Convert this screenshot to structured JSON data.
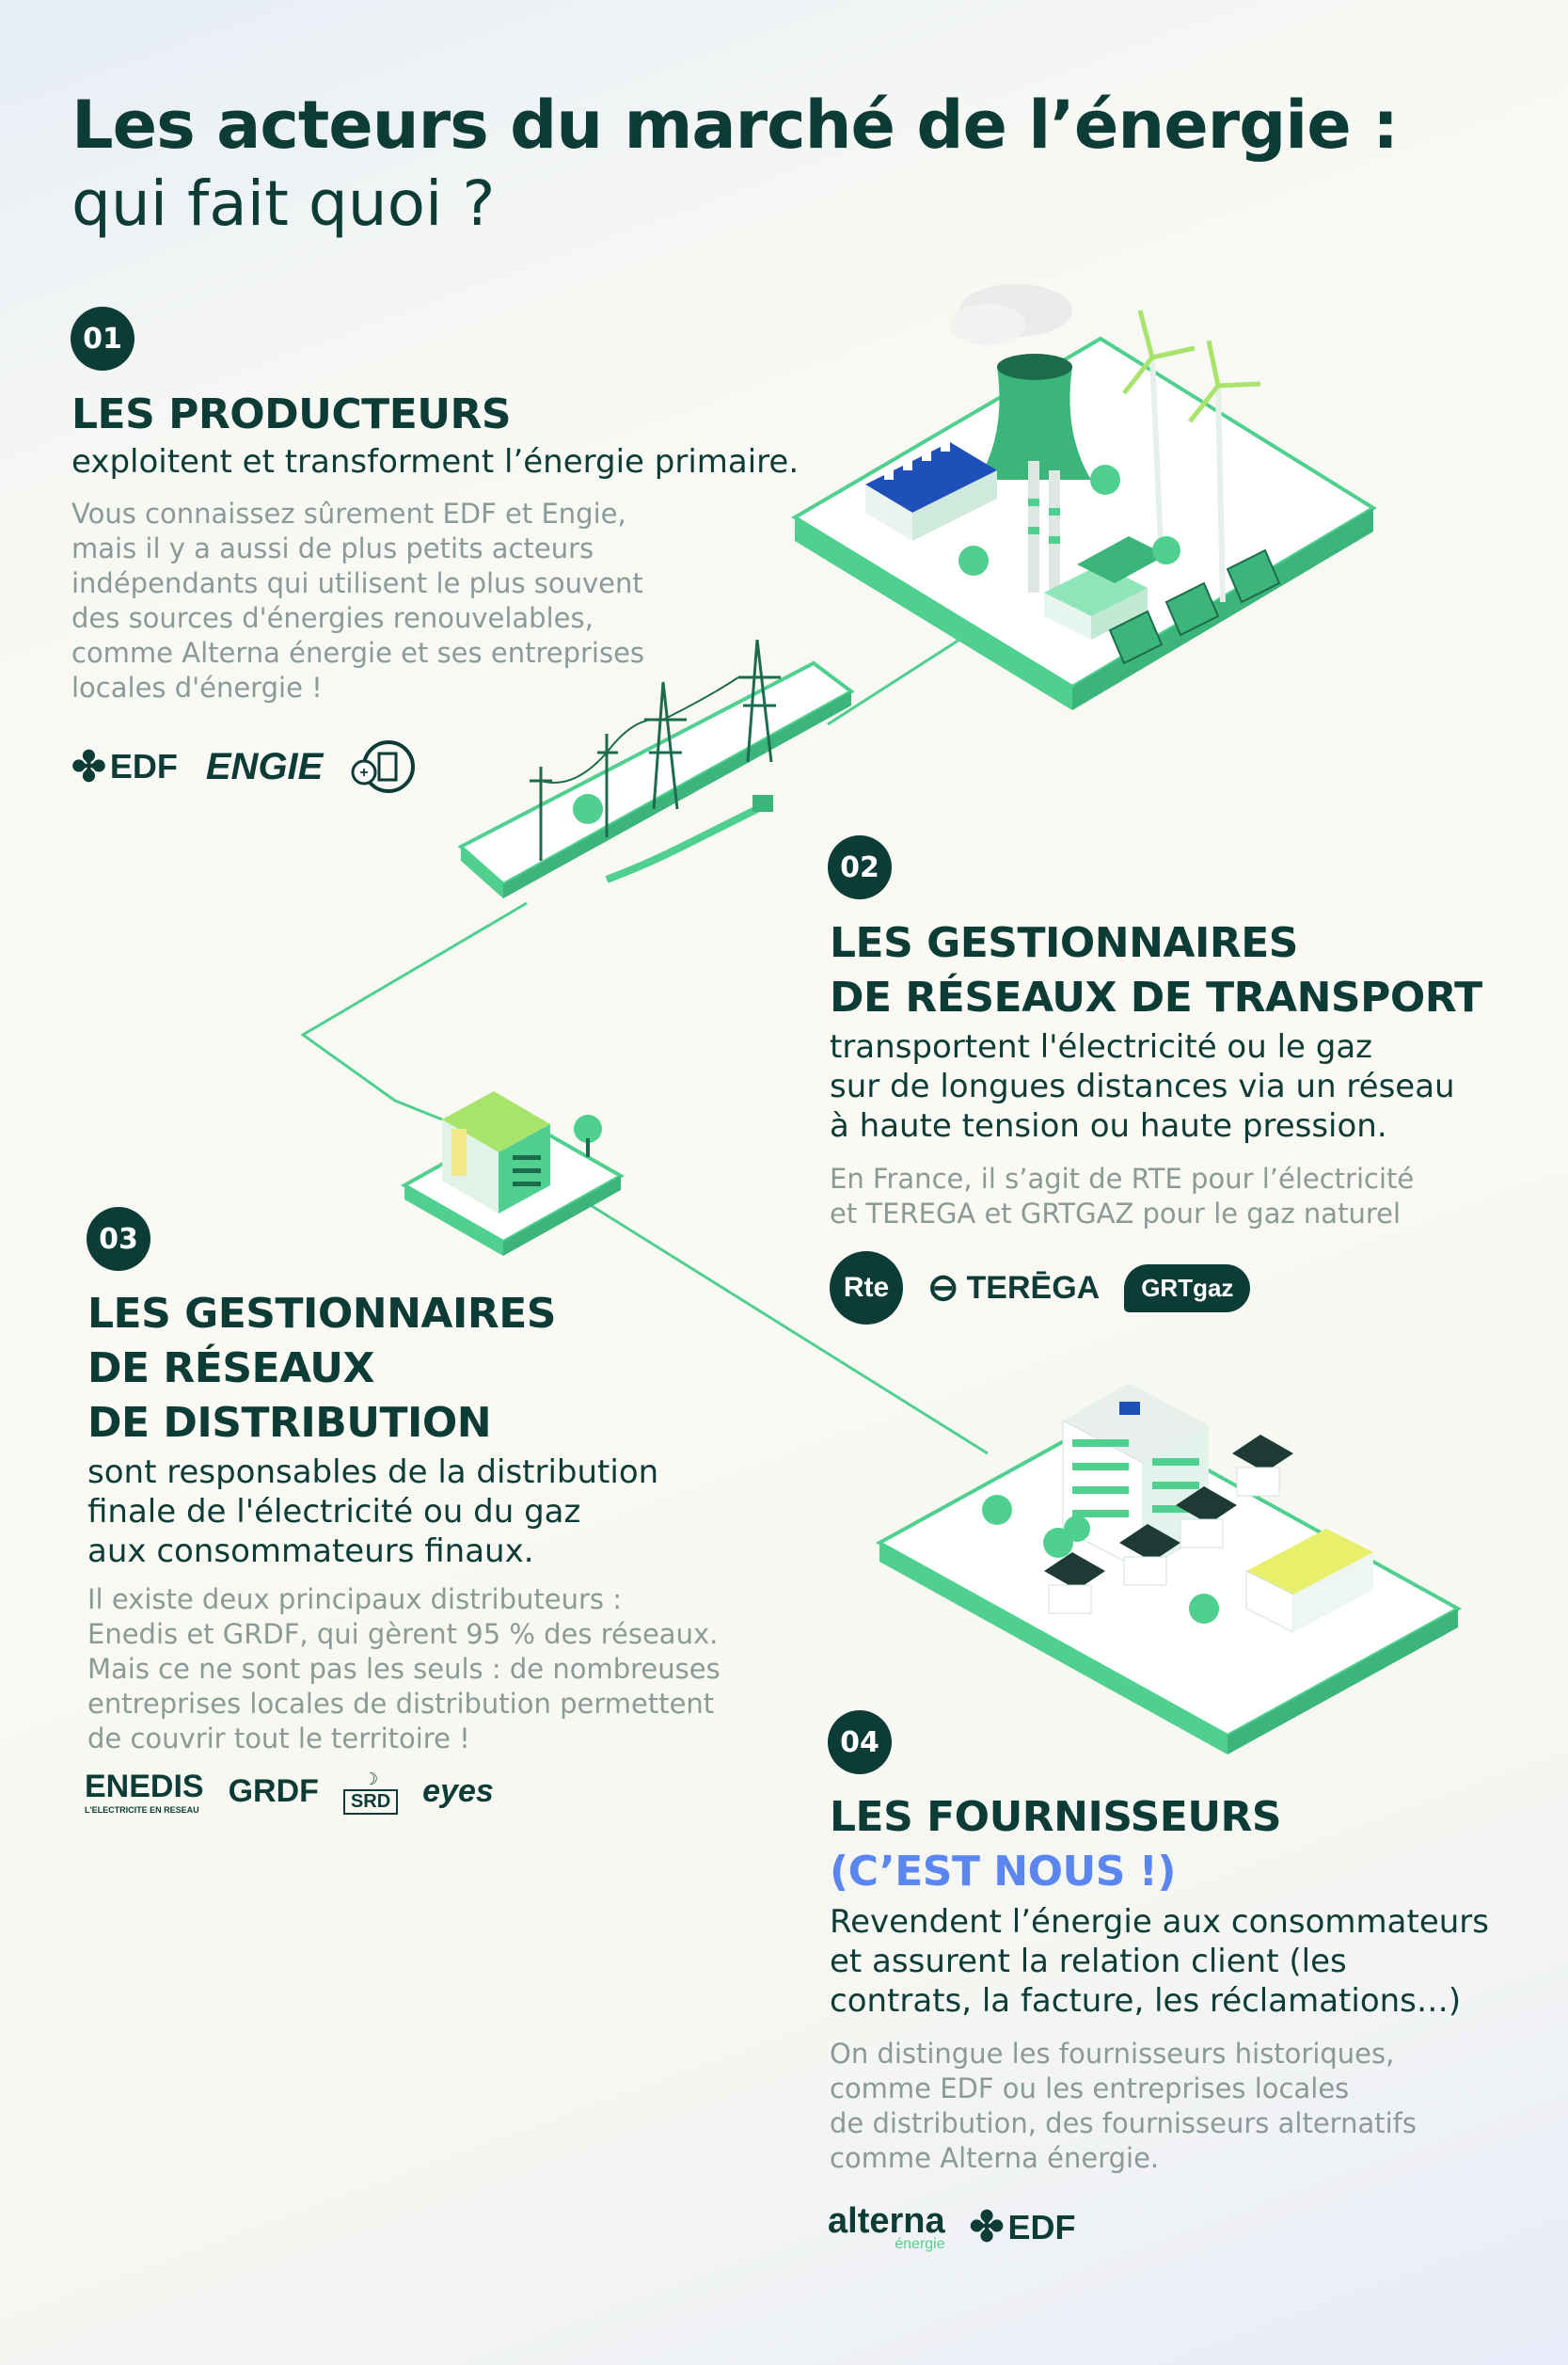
{
  "title": {
    "line1": "Les acteurs du marché de l’énergie :",
    "line2": "qui fait quoi ?"
  },
  "sections": [
    {
      "number": "01",
      "heading": "LES PRODUCTEURS",
      "lead": [
        "exploitent et transforment l’énergie primaire."
      ],
      "description": [
        "Vous connaissez sûrement EDF et Engie,",
        "mais il y a aussi de plus petits acteurs",
        "indépendants qui utilisent le plus souvent",
        "des sources d'énergies renouvelables,",
        "comme Alterna énergie et ses entreprises",
        "locales d'énergie !"
      ],
      "logos": [
        "EDF",
        "ENGIE",
        "local-energy-icon"
      ]
    },
    {
      "number": "02",
      "heading": [
        "LES GESTIONNAIRES",
        "DE RÉSEAUX DE TRANSPORT"
      ],
      "lead": [
        "transportent l'électricité ou le gaz",
        "sur de longues distances via un réseau",
        "à haute tension ou haute pression."
      ],
      "description": [
        "En France, il s’agit de RTE pour l’électricité",
        "et TEREGA et GRTGAZ pour le gaz naturel"
      ],
      "logos": [
        "Rte",
        "TERĒGA",
        "GRTgaz"
      ]
    },
    {
      "number": "03",
      "heading": [
        "LES GESTIONNAIRES",
        "DE RÉSEAUX",
        "DE DISTRIBUTION"
      ],
      "lead": [
        "sont responsables de la distribution",
        "finale de l'électricité ou du gaz",
        "aux consommateurs finaux."
      ],
      "description": [
        "Il existe deux principaux distributeurs :",
        "Enedis et GRDF, qui gèrent 95 % des réseaux.",
        "Mais ce ne sont pas les seuls : de nombreuses",
        "entreprises locales de distribution permettent",
        "de couvrir tout le territoire !"
      ],
      "logos": [
        "ENEDIS",
        "L'ELECTRICITE EN RESEAU",
        "GRDF",
        "SRD",
        "eyes"
      ]
    },
    {
      "number": "04",
      "heading": [
        "LES FOURNISSEURS"
      ],
      "heading_accent": "(C’EST NOUS !)",
      "lead": [
        "Revendent l’énergie aux consommateurs",
        "et assurent la relation client (les",
        "contrats, la facture, les réclamations…)"
      ],
      "description": [
        "On distingue les fournisseurs historiques,",
        "comme EDF ou les entreprises locales",
        "de distribution, des fournisseurs alternatifs",
        "comme Alterna énergie."
      ],
      "logos": [
        "alterna",
        "énergie",
        "EDF"
      ]
    }
  ],
  "colors": {
    "primary": "#0d3b36",
    "accent_green": "#4fd08f",
    "accent_blue": "#5b86f0",
    "muted_text": "#8a9a96",
    "background": "#faf9f3"
  }
}
